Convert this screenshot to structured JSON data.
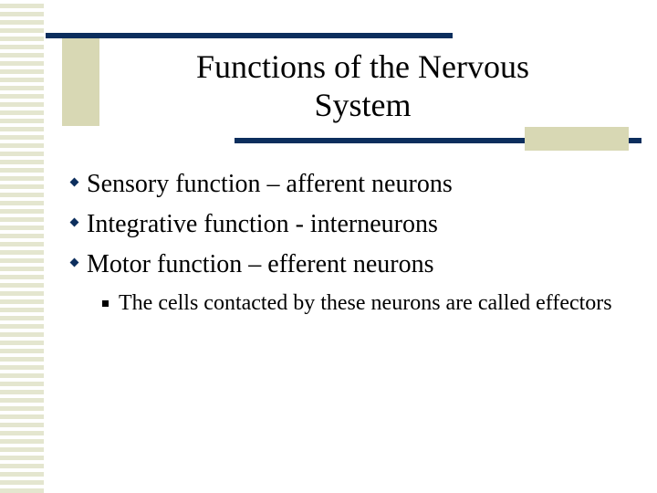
{
  "slide": {
    "title_line1": "Functions of the Nervous",
    "title_line2": "System",
    "bullets": [
      "Sensory function – afferent neurons",
      "Integrative function - interneurons",
      "Motor function – efferent neurons"
    ],
    "sub_bullet": "The cells contacted by these neurons are called effectors"
  },
  "colors": {
    "accent_navy": "#0c2e5d",
    "accent_khaki": "#d8d8b4"
  }
}
